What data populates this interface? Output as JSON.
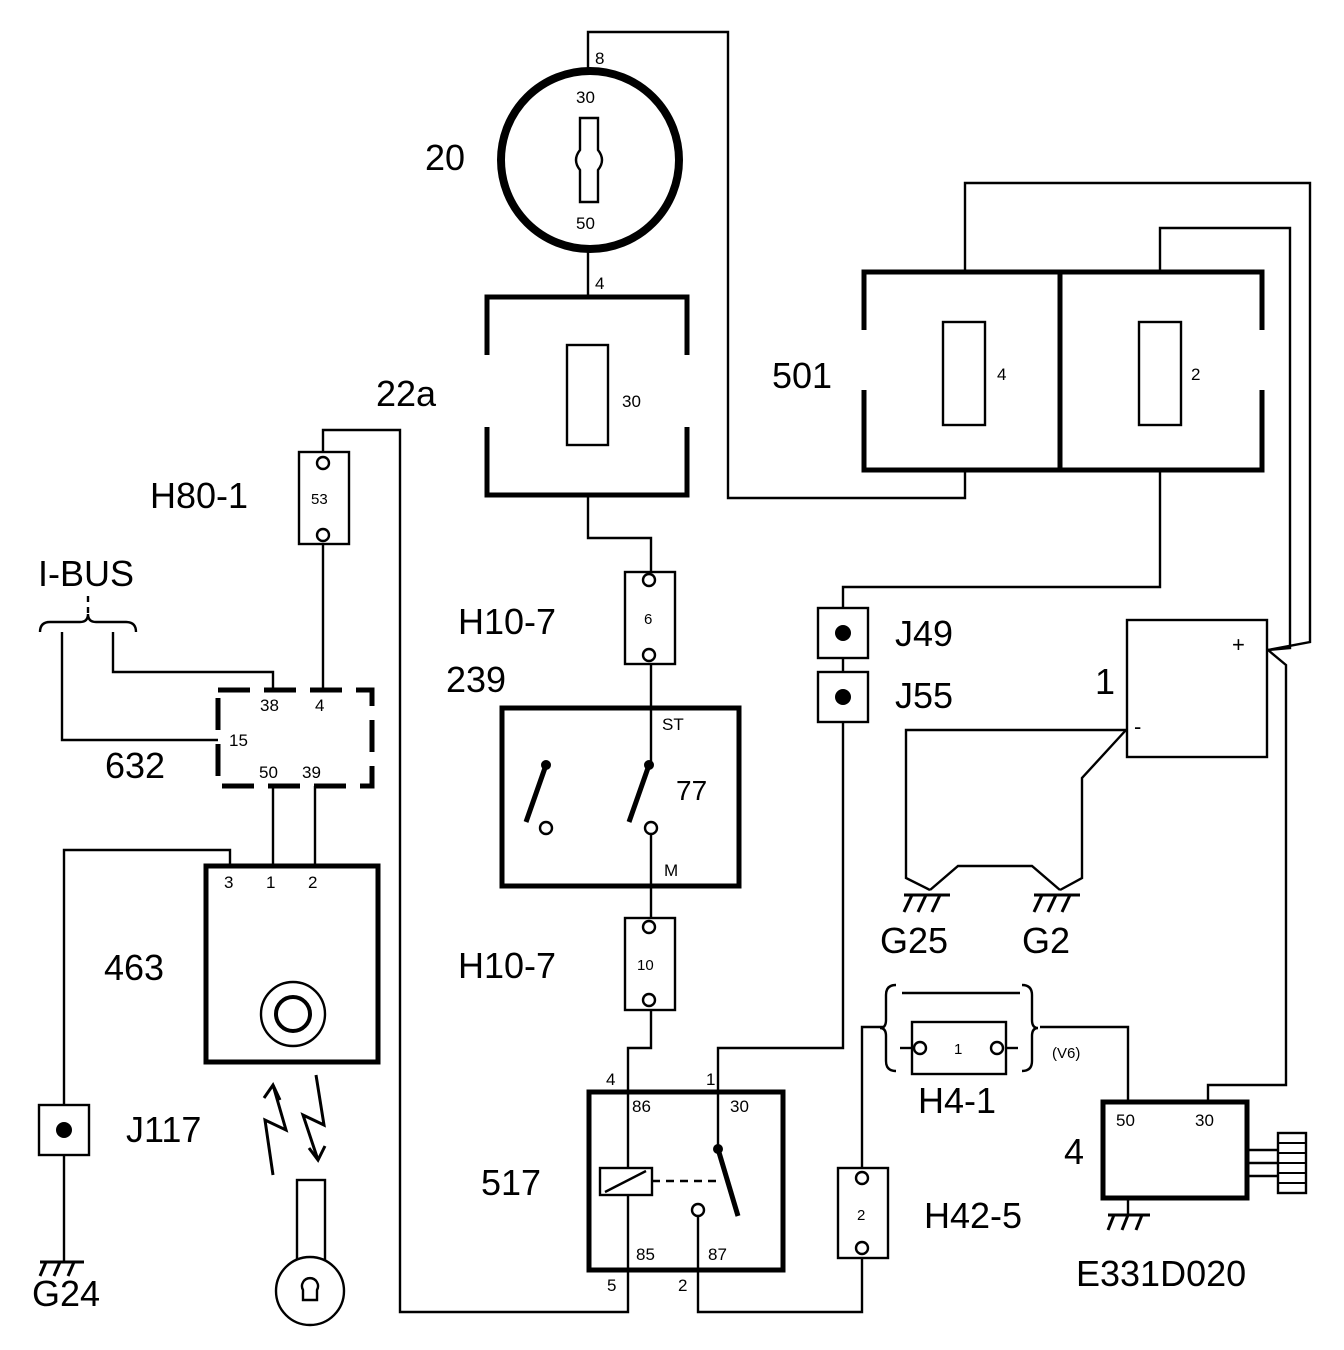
{
  "drawing_code": "E331D020",
  "components": {
    "c20": {
      "label": "20",
      "pin_top": "8",
      "pin_bottom": "4",
      "term_top": "30",
      "term_bottom": "50"
    },
    "c22a": {
      "label": "22a",
      "fuse": "30"
    },
    "c501": {
      "label": "501",
      "fuse_left": "4",
      "fuse_right": "2"
    },
    "h80": {
      "label": "H80-1",
      "pin": "53"
    },
    "ibus": {
      "label": "I-BUS"
    },
    "c632": {
      "label": "632",
      "pins": {
        "p38": "38",
        "p4": "4",
        "p15": "15",
        "p50": "50",
        "p39": "39"
      }
    },
    "h10a": {
      "label": "H10-7",
      "pin": "6"
    },
    "h10b": {
      "label": "H10-7",
      "pin": "10"
    },
    "c239": {
      "label": "239",
      "st": "ST",
      "m": "M",
      "num": "77"
    },
    "j49": {
      "label": "J49"
    },
    "j55": {
      "label": "J55"
    },
    "battery": {
      "label": "1",
      "plus": "+",
      "minus": "-"
    },
    "g25": {
      "label": "G25"
    },
    "g2": {
      "label": "G2"
    },
    "c463": {
      "label": "463",
      "pins": {
        "p3": "3",
        "p1": "1",
        "p2": "2"
      }
    },
    "j117": {
      "label": "J117"
    },
    "g24": {
      "label": "G24"
    },
    "c517": {
      "label": "517",
      "pins": {
        "p86": "86",
        "p30": "30",
        "p85": "85",
        "p87": "87"
      },
      "wires": {
        "w4": "4",
        "w1": "1",
        "w5": "5",
        "w2": "2"
      }
    },
    "h42": {
      "label": "H42-5",
      "pin": "2"
    },
    "h4": {
      "label": "H4-1",
      "pin": "1",
      "note": "(V6)"
    },
    "starter": {
      "label": "4",
      "p50": "50",
      "p30": "30"
    }
  }
}
